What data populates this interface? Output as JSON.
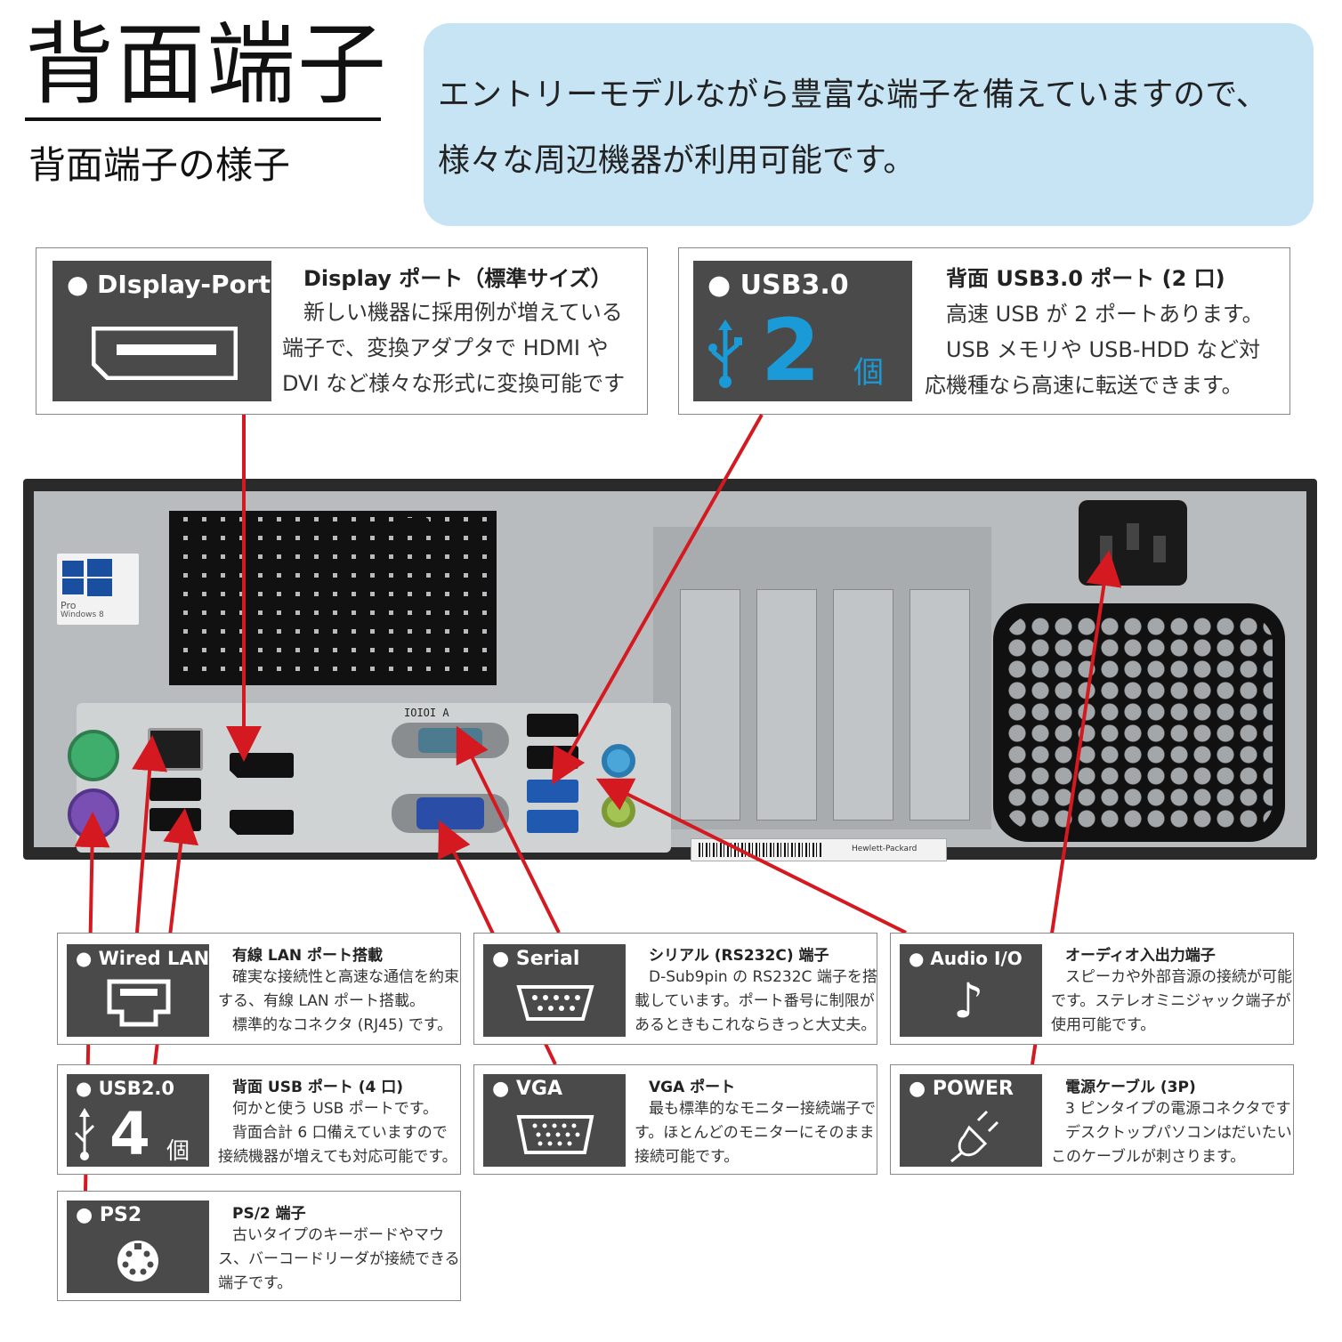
{
  "header": {
    "title": "背面端子",
    "subtitle": "背面端子の様子",
    "intro_lines": [
      "エントリーモデルながら豊富な端子を備えていますので、",
      "様々な周辺機器が利用可能です。"
    ]
  },
  "callouts": {
    "displayport": {
      "badge": "● DIsplay-Port",
      "heading": "Display ポート（標準サイズ）",
      "lines": [
        "新しい機器に採用例が増えている",
        "端子で、変換アダプタで HDMI や",
        "DVI など様々な形式に変換可能です"
      ]
    },
    "usb3": {
      "badge": "● USB3.0",
      "count": "2",
      "unit": "個",
      "heading": "背面 USB3.0 ポート (2 口)",
      "lines": [
        "高速 USB が 2 ポートあります。",
        "USB メモリや USB-HDD など対",
        "応機種なら高速に転送できます。"
      ]
    },
    "lan": {
      "badge": "● Wired LAN",
      "heading": "有線 LAN ポート搭載",
      "lines": [
        "確実な接続性と高速な通信を約束",
        "する、有線 LAN ポート搭載。",
        "標準的なコネクタ (RJ45) です。"
      ]
    },
    "serial": {
      "badge": "● Serial",
      "heading": "シリアル (RS232C) 端子",
      "lines": [
        "D-Sub9pin の RS232C 端子を搭",
        "載しています。ポート番号に制限が",
        "あるときもこれならきっと大丈夫。"
      ]
    },
    "audio": {
      "badge": "● Audio I/O",
      "heading": "オーディオ入出力端子",
      "lines": [
        "スピーカや外部音源の接続が可能",
        "です。ステレオミニジャック端子が",
        "使用可能です。"
      ]
    },
    "usb2": {
      "badge": "● USB2.0",
      "count": "4",
      "unit": "個",
      "heading": "背面 USB ポート (4 口)",
      "lines": [
        "何かと使う USB ポートです。",
        "背面合計 6 口備えていますので",
        "接続機器が増えても対応可能です。"
      ]
    },
    "vga": {
      "badge": "● VGA",
      "heading": "VGA ポート",
      "lines": [
        "最も標準的なモニター接続端子で",
        "す。ほとんどのモニターにそのまま",
        "接続可能です。"
      ]
    },
    "power": {
      "badge": "● POWER",
      "heading": "電源ケーブル (3P)",
      "lines": [
        "3 ピンタイプの電源コネクタです",
        "デスクトップパソコンはだいたい",
        "このケーブルが刺さります。"
      ]
    },
    "ps2": {
      "badge": "● PS2",
      "heading": "PS/2 端子",
      "lines": [
        "古いタイプのキーボードやマウ",
        "ス、バーコードリーダが接続できる",
        "端子です。"
      ]
    }
  },
  "photo": {
    "windows_logo_line1": "Pro",
    "windows_logo_line2": "Windows 8",
    "brand_label": "Hewlett-Packard",
    "serial_label": "IOIOI A"
  },
  "colors": {
    "accent_blue": "#1a9ad6",
    "badge_bg": "#4a4a4a",
    "arrow_red": "#d41a20",
    "intro_bg": "#c6e4f4"
  }
}
